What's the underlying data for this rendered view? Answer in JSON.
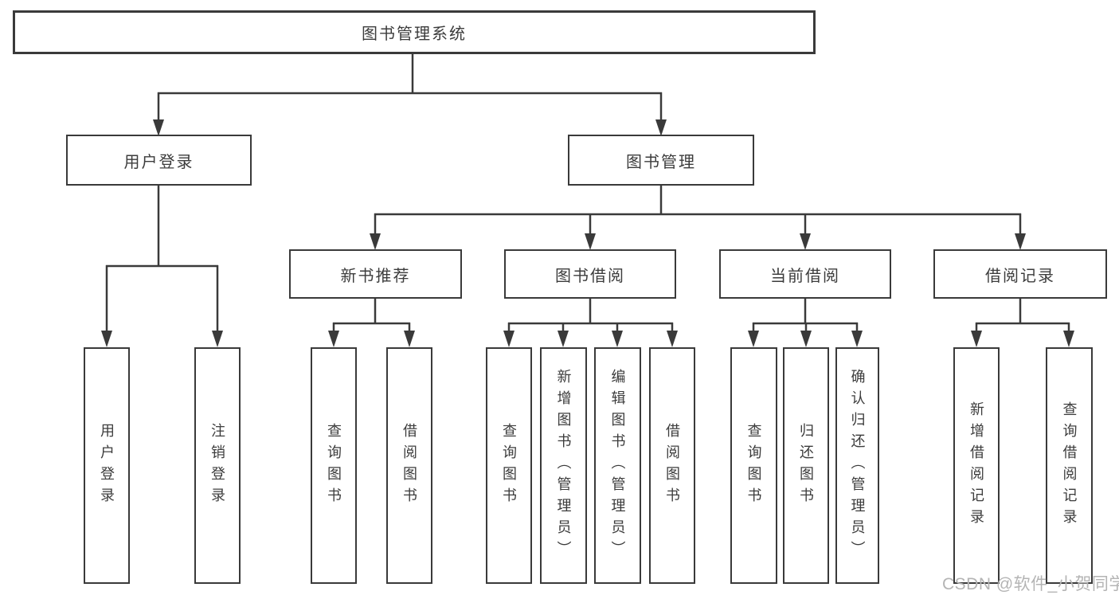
{
  "watermark": {
    "text": "CSDN @软件_小贺同学"
  },
  "colors": {
    "line": "#3a3a3a",
    "box_border": "#3a3a3a",
    "text": "#3c3c3c",
    "watermark": "#b4b4b4",
    "background": "#ffffff"
  },
  "tree": {
    "root": {
      "label": "图书管理系统"
    },
    "level2": [
      {
        "label": "用户登录"
      },
      {
        "label": "图书管理"
      }
    ],
    "level3": [
      {
        "label": "新书推荐"
      },
      {
        "label": "图书借阅"
      },
      {
        "label": "当前借阅"
      },
      {
        "label": "借阅记录"
      }
    ],
    "leaves": {
      "user_login": {
        "label": "用户登录"
      },
      "logout": {
        "label": "注销登录"
      },
      "rec_query_book": {
        "label": "查询图书"
      },
      "rec_borrow_book": {
        "label": "借阅图书"
      },
      "bor_query_book": {
        "label": "查询图书"
      },
      "bor_add_book": {
        "label": "新增图书（管理员）"
      },
      "bor_edit_book": {
        "label": "编辑图书（管理员）"
      },
      "bor_borrow_book": {
        "label": "借阅图书"
      },
      "cur_query_book": {
        "label": "查询图书"
      },
      "cur_return_book": {
        "label": "归还图书"
      },
      "cur_confirm_return": {
        "label": "确认归还（管理员）"
      },
      "add_borrow_record": {
        "label": "新增借阅记录"
      },
      "query_borrow_record": {
        "label": "查询借阅记录"
      }
    }
  }
}
